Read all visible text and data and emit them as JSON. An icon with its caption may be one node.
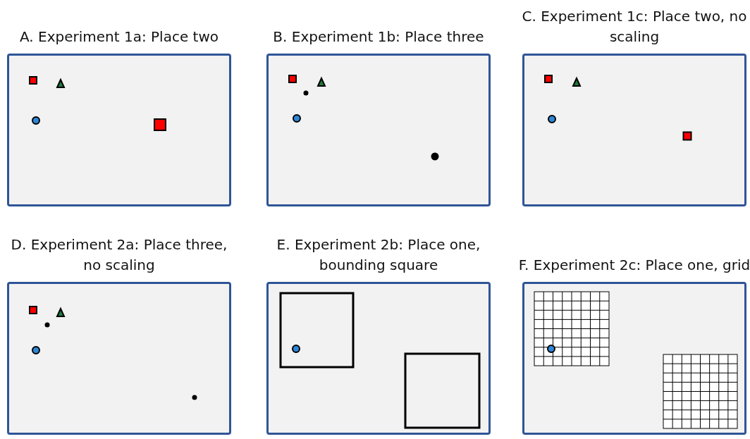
{
  "diagram": {
    "nodes": [
      {
        "text": [
          "A. Experiment 1a: Place two"
        ]
      },
      {
        "text": [
          "B. Experiment 1b: Place three"
        ]
      },
      {
        "text": [
          "C. Experiment 1c: Place two, no scaling"
        ]
      },
      {
        "text": [
          "D. Experiment 2a: Place three, no scaling"
        ]
      },
      {
        "text": [
          "E. Experiment 2b: Place one, bounding square"
        ]
      },
      {
        "text": [
          "F. Experiment 2c: Place one, grid"
        ]
      }
    ]
  }
}
